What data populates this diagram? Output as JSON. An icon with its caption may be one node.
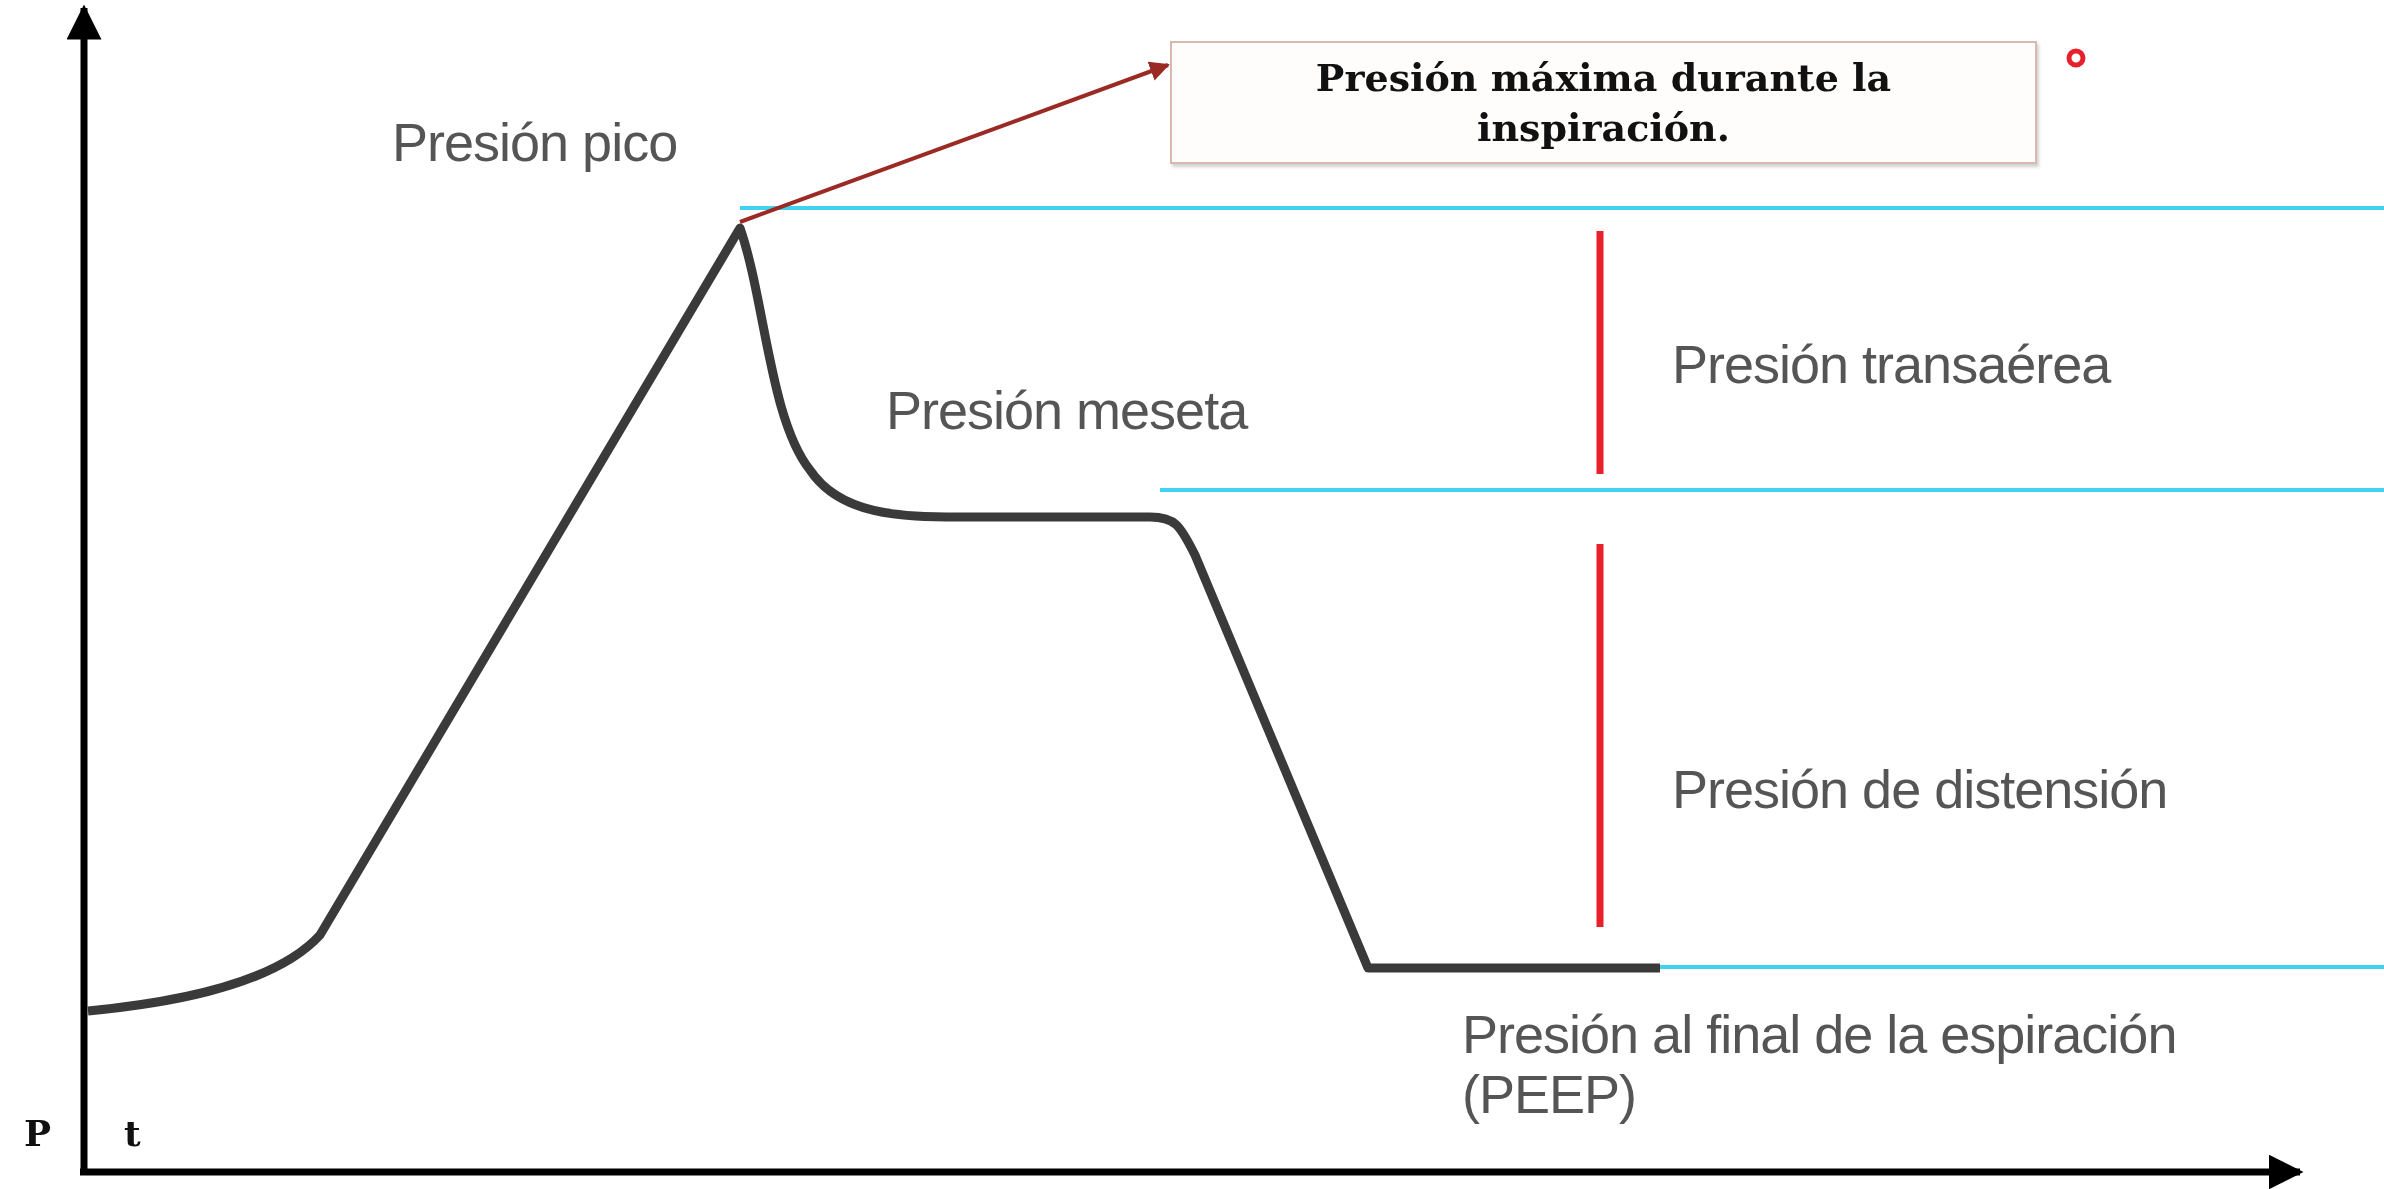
{
  "diagram": {
    "nodes": [
      {
        "text": [
          "Presión máxima durante la inspiración."
        ]
      },
      {
        "text": [],
        "shape": "line"
      }
    ],
    "edges": [
      {
        "from": 1,
        "to": 0,
        "arrow": "to",
        "color": "#9b2a24"
      }
    ],
    "labels": [
      "Presión pico",
      "Presión meseta",
      "Presión transaérea",
      "Presión de distensión",
      "Presión al final de la espiración (PEEP)",
      "P",
      "t"
    ]
  }
}
